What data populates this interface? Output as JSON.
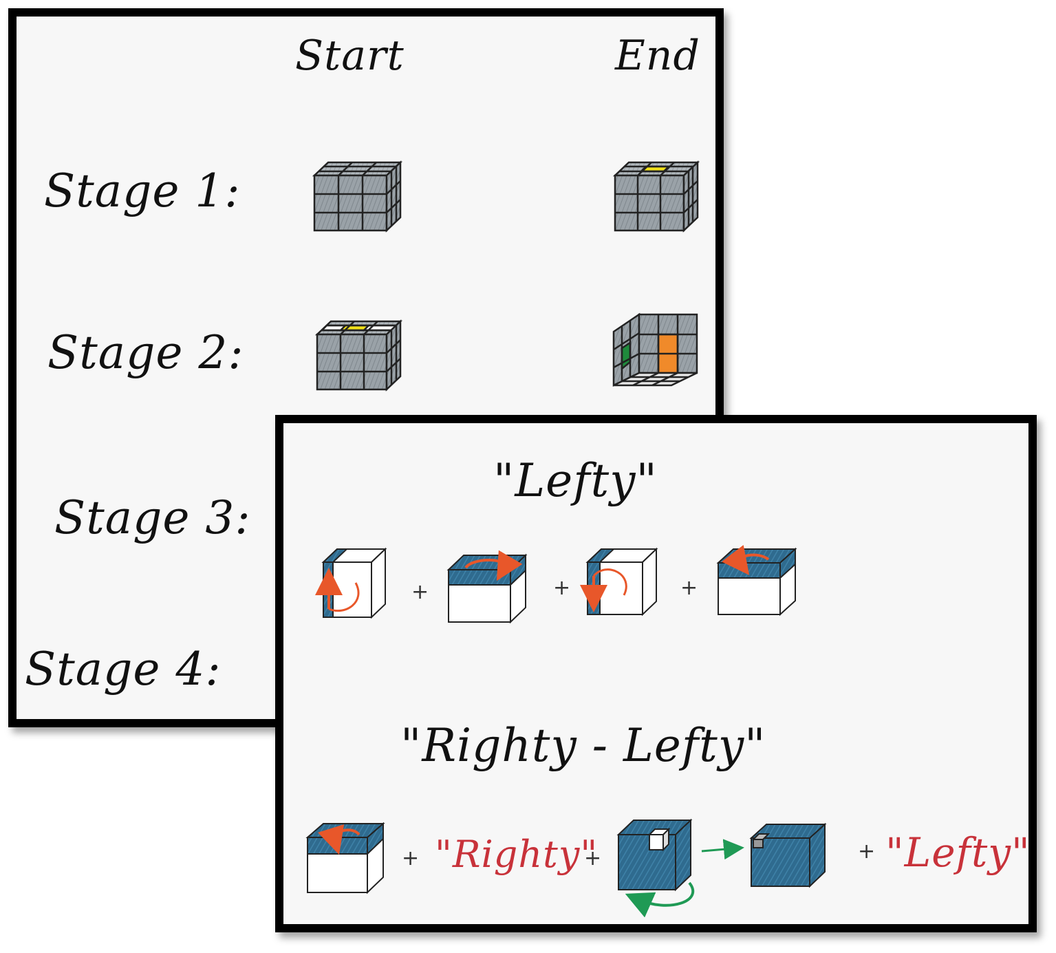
{
  "back_card": {
    "header_start": "Start",
    "header_end": "End",
    "stages": [
      "Stage 1:",
      "Stage 2:",
      "Stage 3:",
      "Stage 4:"
    ]
  },
  "front_card": {
    "lefty_title": "\"Lefty\"",
    "righty_lefty_title": "\"Righty - Lefty\"",
    "plus": "+",
    "righty_ref": "\"Righty\"",
    "lefty_ref": "\"Lefty\""
  },
  "colors": {
    "cube_gray": "#9aa2a8",
    "highlight_yellow": "#f2e21a",
    "highlight_orange": "#f08a2a",
    "highlight_green": "#1f8a3c",
    "layer_blue": "#2f6b8f",
    "arrow_orange": "#e8572a",
    "arrow_green": "#1f9a55",
    "label_red": "#c8323a"
  }
}
